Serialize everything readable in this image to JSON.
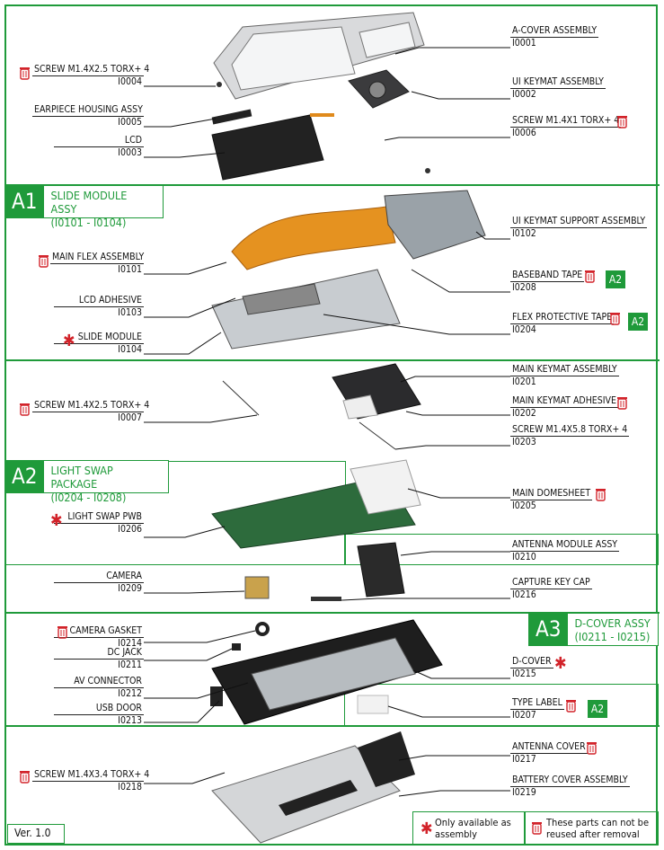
{
  "version": "Ver. 1.0",
  "sections": {
    "a1": {
      "tag": "A1",
      "title": "SLIDE MODULE ASSY",
      "range": "(I0101 - I0104)"
    },
    "a2": {
      "tag": "A2",
      "title": "LIGHT SWAP PACKAGE",
      "range": "(I0204 - I0208)"
    },
    "a3": {
      "tag": "A3",
      "title": "D-COVER ASSY",
      "range": "(I0211 - I0215)"
    }
  },
  "parts": {
    "p1": {
      "name": "A-COVER ASSEMBLY",
      "code": "I0001"
    },
    "p2": {
      "name": "SCREW M1.4X2.5 TORX+ 4",
      "code": "I0004"
    },
    "p3": {
      "name": "UI KEYMAT ASSEMBLY",
      "code": "I0002"
    },
    "p4": {
      "name": "EARPIECE HOUSING ASSY",
      "code": "I0005"
    },
    "p5": {
      "name": "SCREW M1.4X1 TORX+ 4",
      "code": "I0006"
    },
    "p6": {
      "name": "LCD",
      "code": "I0003"
    },
    "p7": {
      "name": "UI KEYMAT SUPPORT ASSEMBLY",
      "code": "I0102"
    },
    "p8": {
      "name": "MAIN FLEX ASSEMBLY",
      "code": "I0101"
    },
    "p9": {
      "name": "BASEBAND TAPE",
      "code": "I0208"
    },
    "p10": {
      "name": "LCD ADHESIVE",
      "code": "I0103"
    },
    "p11": {
      "name": "FLEX PROTECTIVE TAPE",
      "code": "I0204"
    },
    "p12": {
      "name": "SLIDE MODULE",
      "code": "I0104"
    },
    "p13": {
      "name": "MAIN KEYMAT ASSEMBLY",
      "code": "I0201"
    },
    "p14": {
      "name": "SCREW M1.4X2.5 TORX+ 4",
      "code": "I0007"
    },
    "p15": {
      "name": "MAIN KEYMAT ADHESIVE",
      "code": "I0202"
    },
    "p16": {
      "name": "SCREW M1.4X5.8 TORX+ 4",
      "code": "I0203"
    },
    "p17": {
      "name": "MAIN DOMESHEET",
      "code": "I0205"
    },
    "p18": {
      "name": "LIGHT SWAP PWB",
      "code": "I0206"
    },
    "p19": {
      "name": "ANTENNA MODULE ASSY",
      "code": "I0210"
    },
    "p20": {
      "name": "CAMERA",
      "code": "I0209"
    },
    "p21": {
      "name": "CAPTURE KEY CAP",
      "code": "I0216"
    },
    "p22": {
      "name": "CAMERA GASKET",
      "code": "I0214"
    },
    "p23": {
      "name": "DC JACK",
      "code": "I0211"
    },
    "p24": {
      "name": "D-COVER",
      "code": "I0215"
    },
    "p25": {
      "name": "AV CONNECTOR",
      "code": "I0212"
    },
    "p26": {
      "name": "USB DOOR",
      "code": "I0213"
    },
    "p27": {
      "name": "TYPE LABEL",
      "code": "I0207"
    },
    "p28": {
      "name": "ANTENNA COVER",
      "code": "I0217"
    },
    "p29": {
      "name": "SCREW M1.4X3.4 TORX+ 4",
      "code": "I0218"
    },
    "p30": {
      "name": "BATTERY COVER ASSEMBLY",
      "code": "I0219"
    }
  },
  "refs": {
    "a2": "A2"
  },
  "legend": {
    "assembly_only": "Only available as assembly",
    "not_reused": "These parts can not be reused after removal"
  },
  "colors": {
    "accent": "#1f9a3a",
    "warn": "#d2232a"
  }
}
